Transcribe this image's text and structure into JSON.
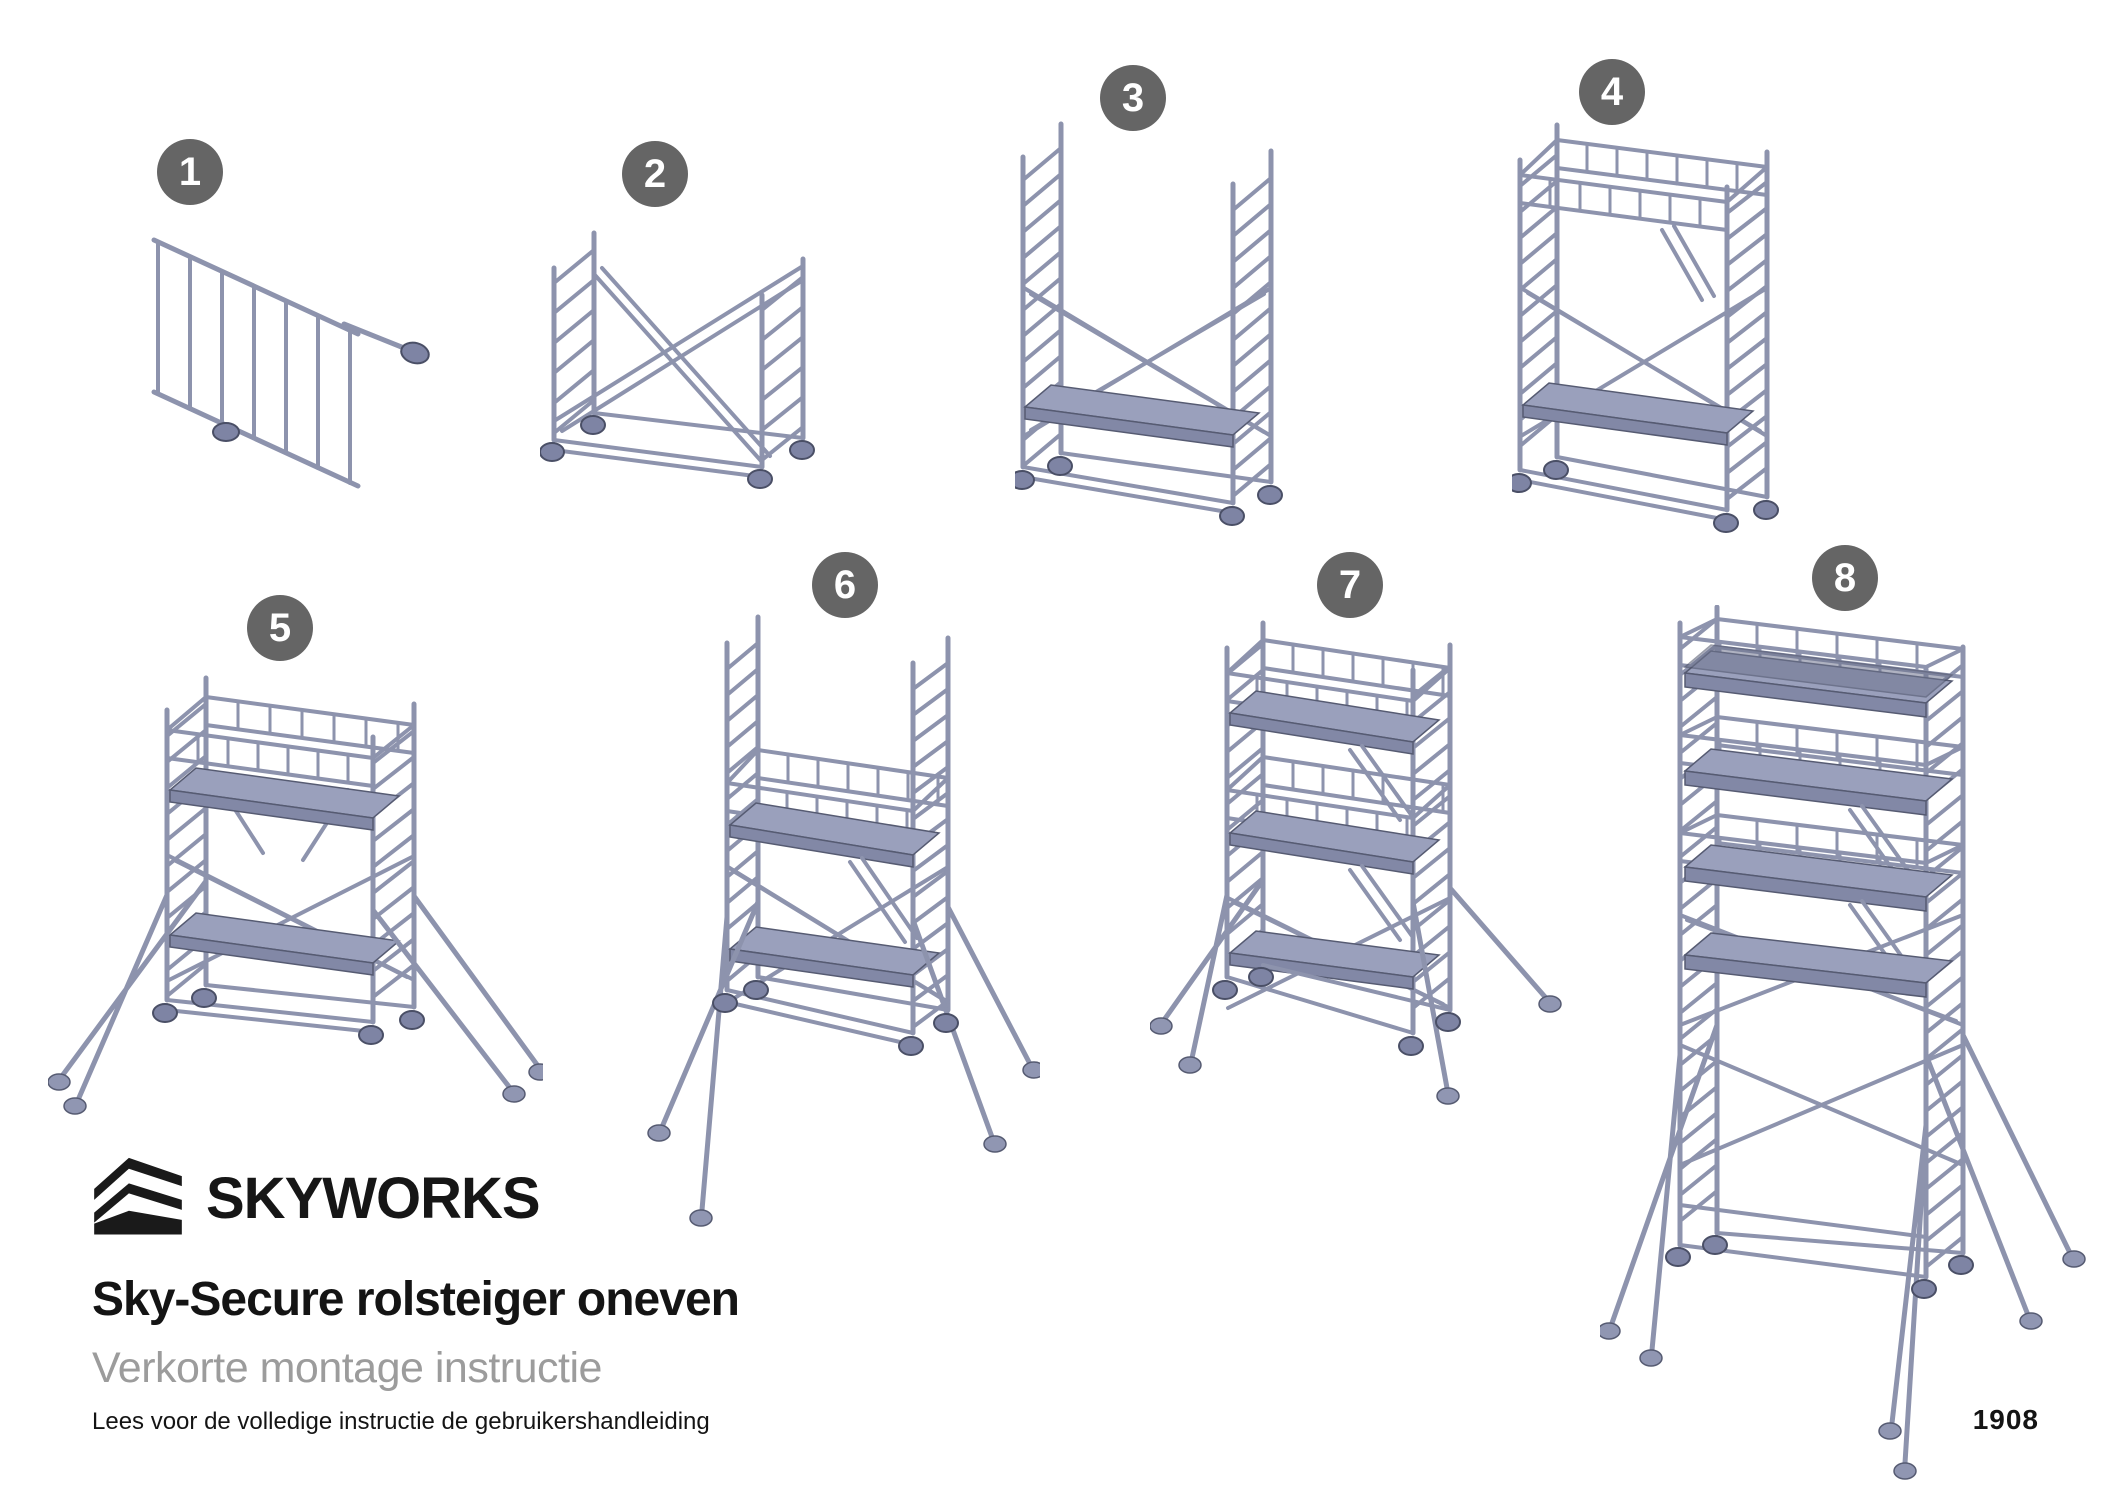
{
  "steps": [
    {
      "number": "1"
    },
    {
      "number": "2"
    },
    {
      "number": "3"
    },
    {
      "number": "4"
    },
    {
      "number": "5"
    },
    {
      "number": "6"
    },
    {
      "number": "7"
    },
    {
      "number": "8"
    }
  ],
  "brand": {
    "name": "SKYWORKS"
  },
  "title": "Sky-Secure rolsteiger oneven",
  "subtitle": "Verkorte montage instructie",
  "footer": {
    "note": "Lees voor de volledige instructie de gebruikershandleiding",
    "code": "1908"
  },
  "colors": {
    "step_circle": "#656565",
    "step_number": "#ffffff",
    "title_text": "#141414",
    "subtitle_text": "#9c9c9c",
    "scaffold_tube": "#8d93ad",
    "platform": "#9aa0bc",
    "background": "#ffffff"
  }
}
